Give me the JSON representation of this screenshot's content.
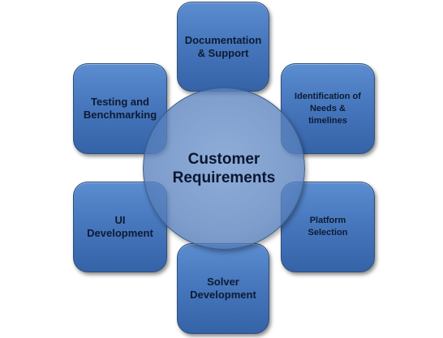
{
  "center": {
    "label": "Customer\nRequirements"
  },
  "nodes": {
    "documentation": {
      "label": "Documentation\n& Support"
    },
    "identification": {
      "label": "Identification of\nNeeds &\ntimelines"
    },
    "platform": {
      "label": "Platform\nSelection"
    },
    "solver": {
      "label": "Solver\nDevelopment"
    },
    "ui": {
      "label": "UI\nDevelopment"
    },
    "testing": {
      "label": "Testing and\nBenchmarking"
    }
  },
  "colors": {
    "box_top": "#5b8dd0",
    "box_bottom": "#3563a8",
    "hub": "#6e96cd",
    "text": "#0d1b33"
  }
}
